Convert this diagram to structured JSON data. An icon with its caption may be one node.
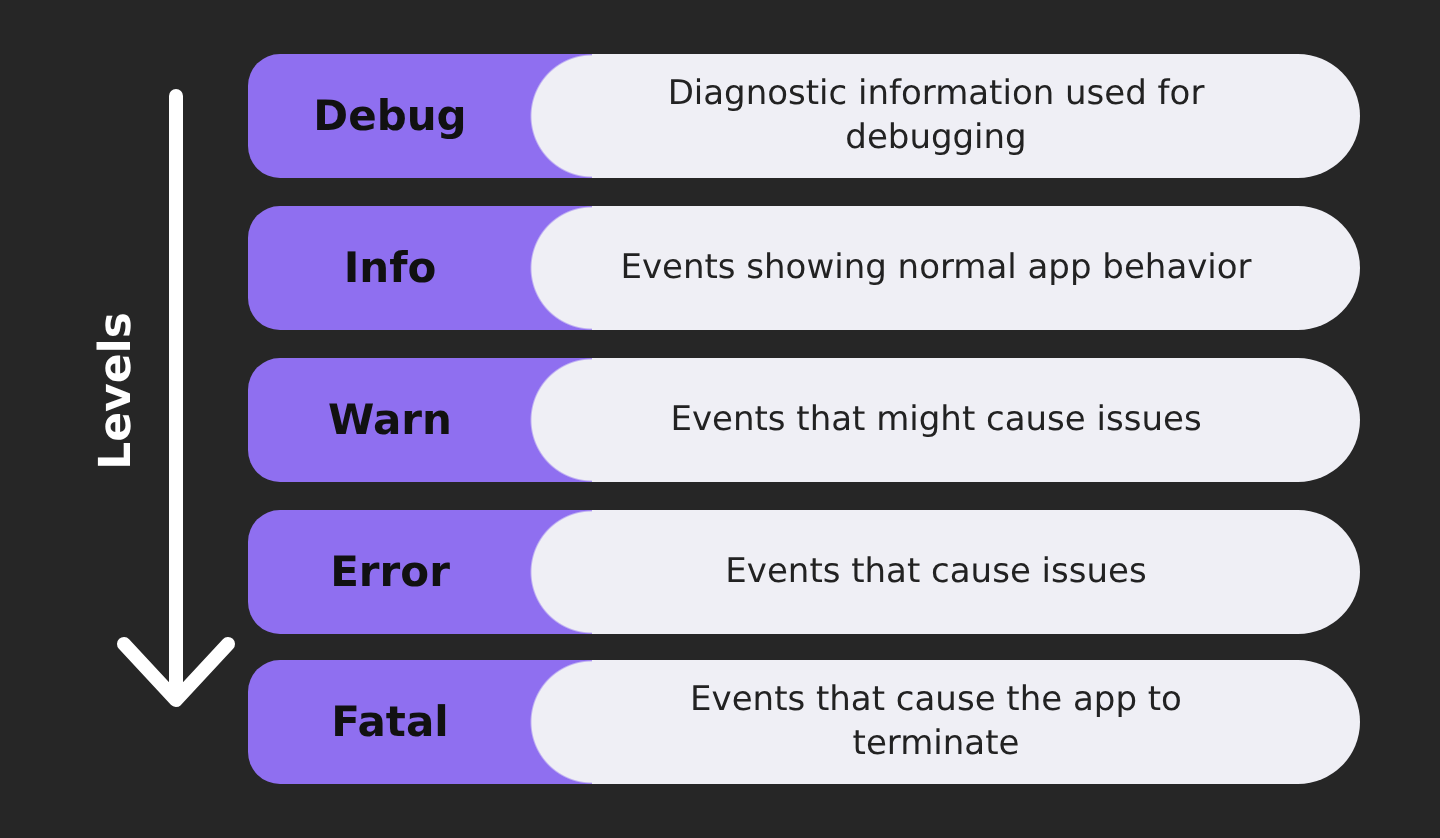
{
  "diagram": {
    "nodes": [
      {
        "text": [
          "Debug"
        ]
      },
      {
        "text": [
          "Diagnostic information used for debugging"
        ]
      },
      {
        "text": [
          "Info"
        ]
      },
      {
        "text": [
          "Events showing normal app behavior"
        ]
      },
      {
        "text": [
          "Warn"
        ]
      },
      {
        "text": [
          "Events that might cause issues"
        ]
      },
      {
        "text": [
          "Error"
        ]
      },
      {
        "text": [
          "Events that cause issues"
        ]
      },
      {
        "text": [
          "Fatal"
        ]
      },
      {
        "text": [
          "Events that cause the app to terminate"
        ]
      }
    ],
    "labels": [
      "Levels"
    ]
  }
}
